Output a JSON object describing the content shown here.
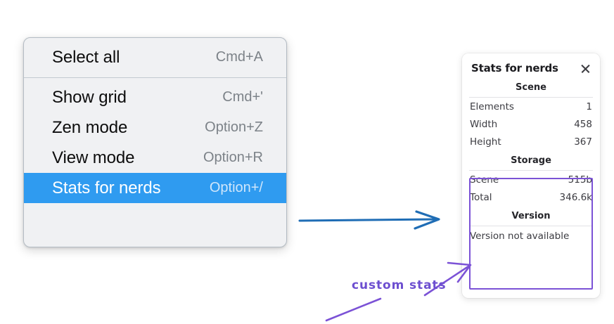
{
  "context_menu": {
    "groups": [
      {
        "items": [
          {
            "label": "Select all",
            "shortcut": "Cmd+A",
            "selected": false
          }
        ]
      },
      {
        "items": [
          {
            "label": "Show grid",
            "shortcut": "Cmd+'",
            "selected": false
          },
          {
            "label": "Zen mode",
            "shortcut": "Option+Z",
            "selected": false
          },
          {
            "label": "View mode",
            "shortcut": "Option+R",
            "selected": false
          },
          {
            "label": "Stats for nerds",
            "shortcut": "Option+/",
            "selected": true
          }
        ]
      }
    ],
    "selected_color": "#2f9bf0"
  },
  "stats_panel": {
    "title": "Stats for nerds",
    "close_icon": "close-icon",
    "sections": [
      {
        "heading": "Scene",
        "rows": [
          {
            "key": "Elements",
            "value": "1"
          },
          {
            "key": "Width",
            "value": "458"
          },
          {
            "key": "Height",
            "value": "367"
          }
        ]
      },
      {
        "heading": "Storage",
        "rows": [
          {
            "key": "Scene",
            "value": "515b"
          },
          {
            "key": "Total",
            "value": "346.6k"
          }
        ]
      },
      {
        "heading": "Version",
        "text": "Version not available"
      }
    ]
  },
  "annotations": {
    "label": "custom stats",
    "label_color": "#6d4fd0",
    "arrow_color": "#1f6db5"
  }
}
